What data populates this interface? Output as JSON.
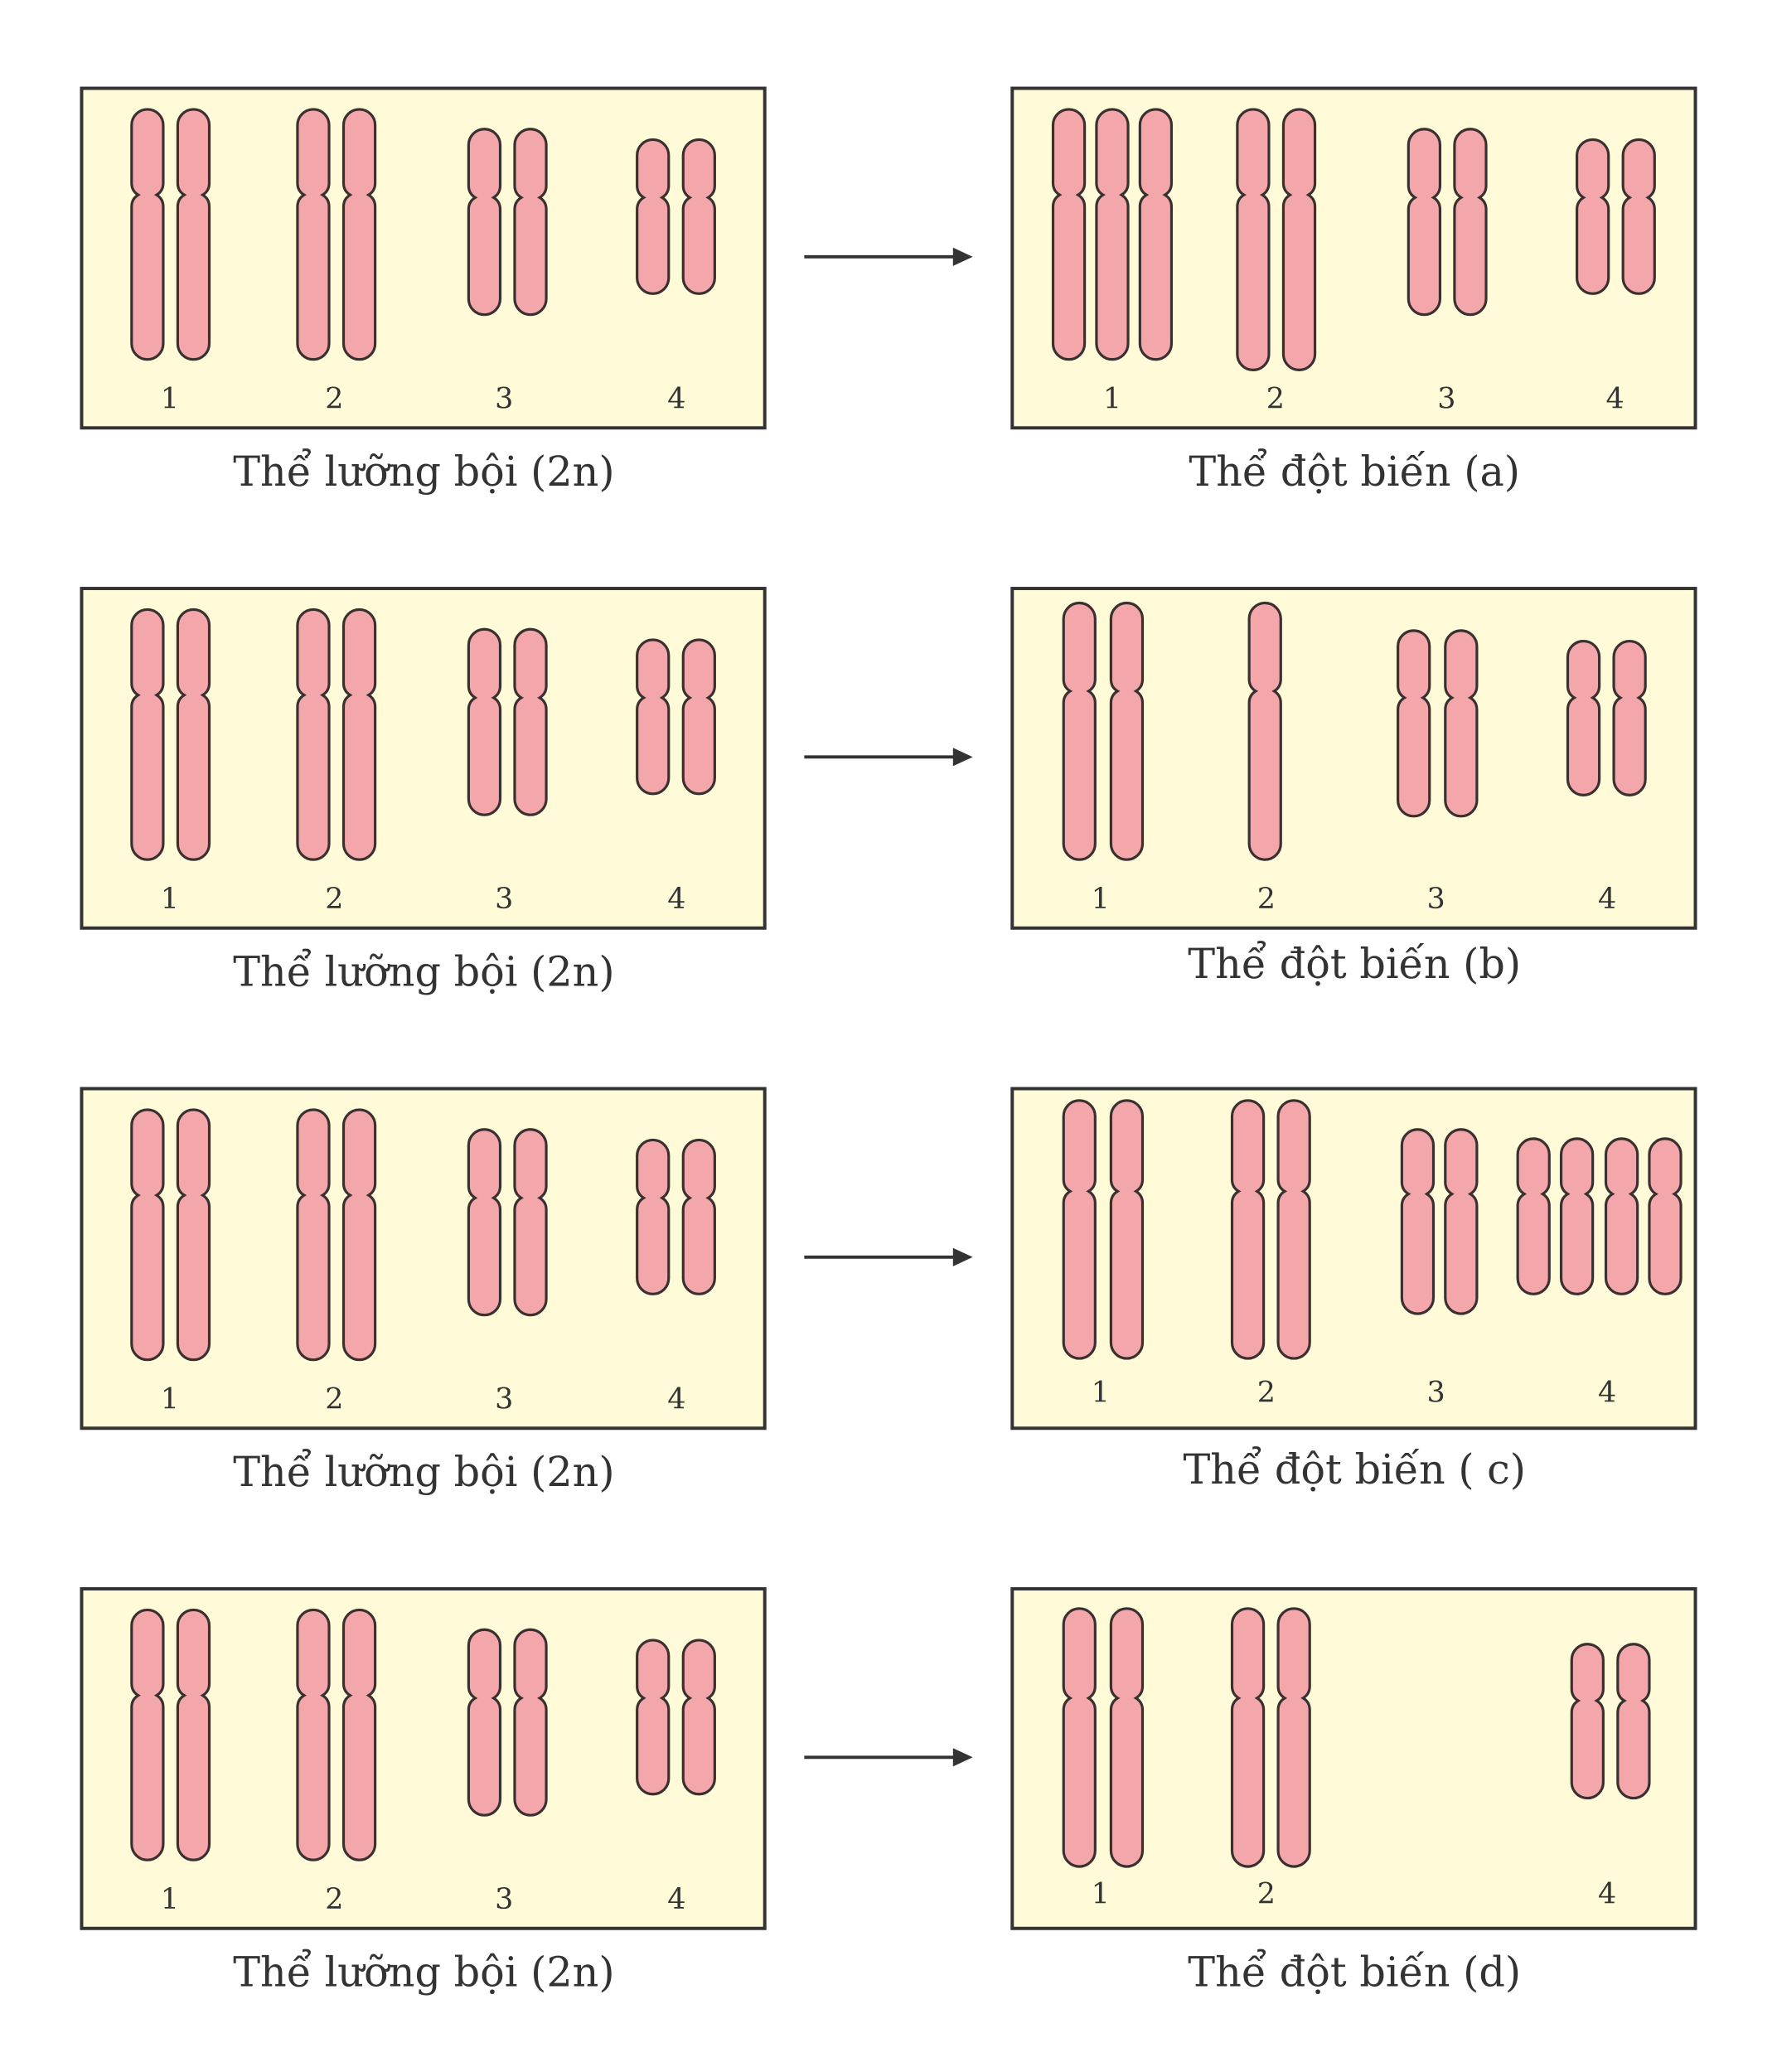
{
  "rows": [
    {
      "left_caption": "Thể lưỡng bội (2n)",
      "right_caption": "Thể đột biến (a)",
      "left_labels": [
        "1",
        "2",
        "3",
        "4"
      ],
      "right_labels": [
        "1",
        "2",
        "3",
        "4"
      ],
      "right_counts": [
        3,
        2,
        2,
        2
      ]
    },
    {
      "left_caption": "Thể lưỡng bội (2n)",
      "right_caption": "Thể đột biến (b)",
      "left_labels": [
        "1",
        "2",
        "3",
        "4"
      ],
      "right_labels": [
        "1",
        "2",
        "3",
        "4"
      ],
      "right_counts": [
        2,
        1,
        2,
        2
      ]
    },
    {
      "left_caption": "Thể lưỡng bội (2n)",
      "right_caption": "Thể đột biến ( c)",
      "left_labels": [
        "1",
        "2",
        "3",
        "4"
      ],
      "right_labels": [
        "1",
        "2",
        "3",
        "4"
      ],
      "right_counts": [
        2,
        2,
        2,
        4
      ]
    },
    {
      "left_caption": "Thể lưỡng bội (2n)",
      "right_caption": "Thể đột biến (d)",
      "left_labels": [
        "1",
        "2",
        "3",
        "4"
      ],
      "right_labels": [
        "1",
        "2",
        "4"
      ],
      "right_counts": [
        2,
        2,
        0,
        2
      ]
    }
  ],
  "left_counts": [
    2,
    2,
    2,
    2
  ],
  "colors": {
    "box_fill": "#fffad7",
    "chromosome": "#f4a7ab",
    "outline": "#333333"
  }
}
